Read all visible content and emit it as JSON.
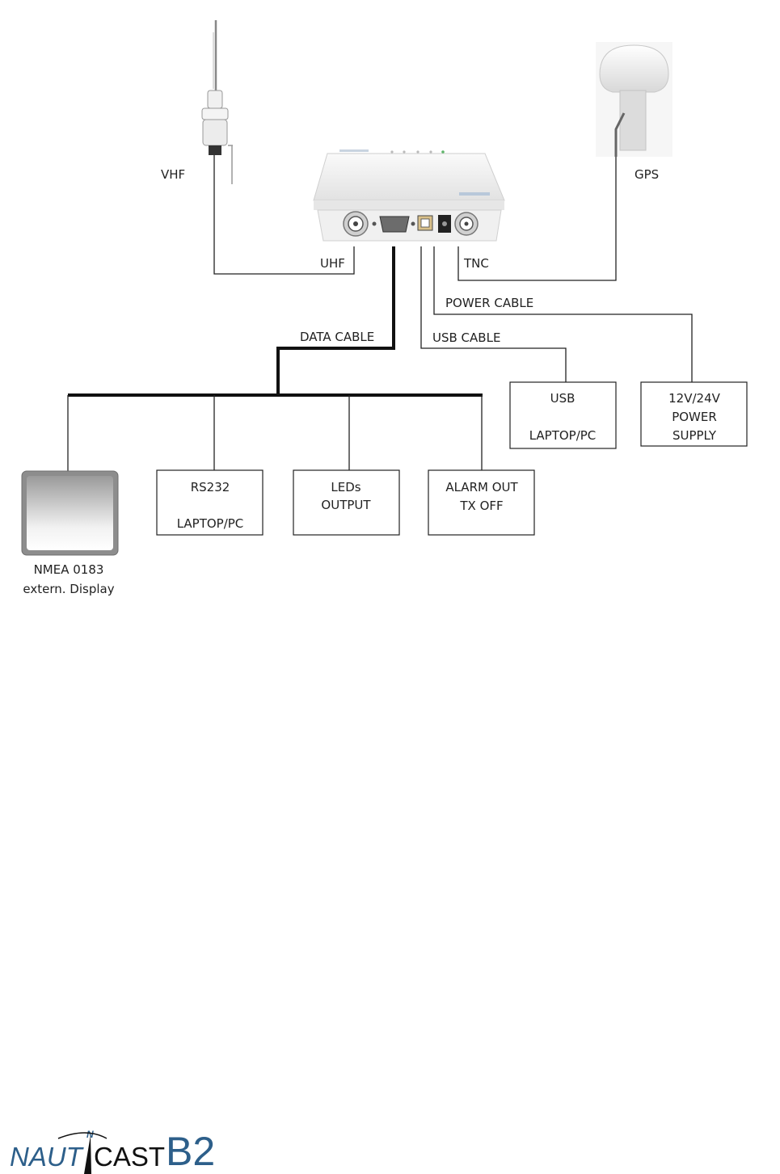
{
  "antennas": {
    "vhf_label": "VHF",
    "gps_label": "GPS"
  },
  "device_ports": {
    "uhf_label": "UHF",
    "tnc_label": "TNC"
  },
  "cables": {
    "power": "POWER CABLE",
    "data": "DATA CABLE",
    "usb": "USB CABLE"
  },
  "boxes": {
    "usb_pc": {
      "line1": "USB",
      "line2": "LAPTOP/PC"
    },
    "power_supply": {
      "line1": "12V/24V",
      "line2": "POWER",
      "line3": "SUPPLY"
    },
    "rs232_pc": {
      "line1": "RS232",
      "line2": "LAPTOP/PC"
    },
    "leds": {
      "line1": "LEDs",
      "line2": "OUTPUT"
    },
    "alarm": {
      "line1": "ALARM  OUT",
      "line2": "TX OFF"
    }
  },
  "display": {
    "line1": "NMEA  0183",
    "line2": "extern.  Display"
  },
  "logo": {
    "part1": "NAUT",
    "part2": "CAST",
    "part3": "B2",
    "north": "N"
  }
}
